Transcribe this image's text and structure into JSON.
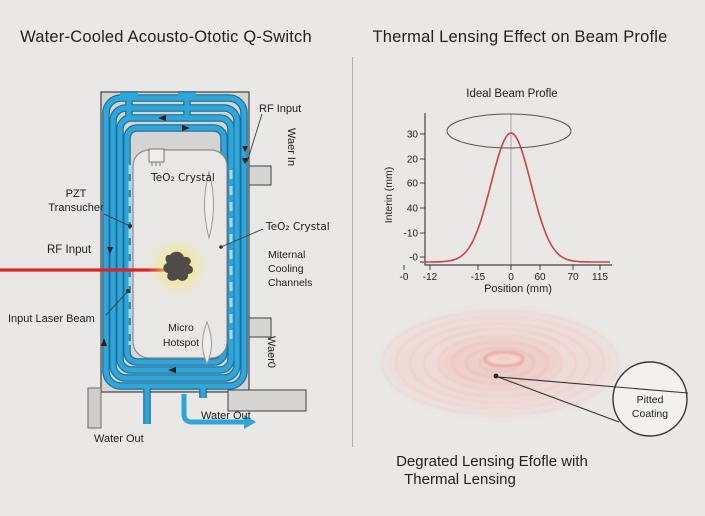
{
  "left_panel": {
    "title": "Water-Cooled Acousto-Ototic Q-Switch",
    "labels": {
      "rf_input_top": "RF Input",
      "water_in_vertical": "Waer In",
      "teo2_top": "TeO₂ Crystal",
      "teo2_right": "TeO₂ Crystal",
      "pzt_line1": "PZT",
      "pzt_line2": "Transucher",
      "rf_input_left": "RF Input",
      "input_laser_beam": "Input Laser Beam",
      "micro_line1": "Micro",
      "micro_line2": "Hotspot",
      "cooling_line1": "Miternal",
      "cooling_line2": "Cooling",
      "cooling_line3": "Channels",
      "water_out_vertical": "Waer0",
      "water_out_right": "Water Out",
      "water_out_left": "Water Out"
    },
    "colors": {
      "channel_blue": "#2fa5d8",
      "channel_outline": "#1a6d99",
      "laser_red": "#e02222",
      "hotspot_glow": "#f6e87a",
      "housing_gray": "#d6d4d2"
    }
  },
  "right_panel": {
    "title": "Thermal Lensing Effect on Beam Profle",
    "caption_line1": "Degrated Lensing Efofle with",
    "caption_line2": "Thermal Lensing",
    "magnifier": {
      "line1": "Pitted",
      "line2": "Coating"
    },
    "degraded_beam": {
      "ring_count": 8,
      "tint": "#e39286"
    }
  },
  "chart_data": {
    "type": "line",
    "title": "Ideal Beam Profle",
    "xlabel": "Position (mm)",
    "ylabel": "Interin (mm)",
    "x_ticks": [
      "-0",
      "-12",
      "-15",
      "0",
      "60",
      "70",
      "115"
    ],
    "y_ticks": [
      "30",
      "20",
      "60",
      "40",
      "-10",
      "-0"
    ],
    "curve": {
      "shape": "gaussian",
      "peak_y": 30,
      "center_x": 0,
      "baseline_y": 0
    },
    "line_color": "#cc4444",
    "annotations": [
      "ellipse outline around peak"
    ],
    "grid": false,
    "legend": false
  }
}
